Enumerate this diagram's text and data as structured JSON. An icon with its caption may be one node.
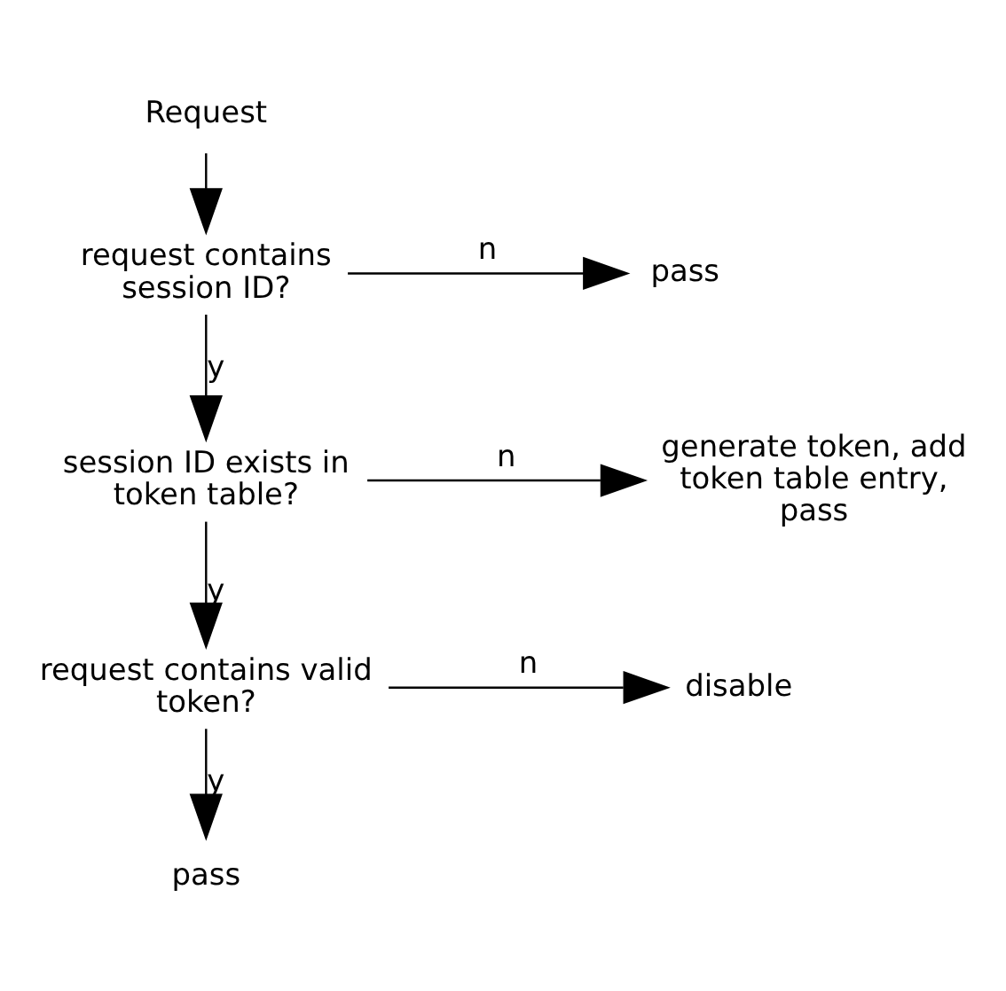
{
  "diagram": {
    "nodes": [
      {
        "text": [
          "Request"
        ]
      },
      {
        "text": [
          "request contains session ID?"
        ]
      },
      {
        "text": [
          "pass"
        ]
      },
      {
        "text": [
          "session ID exists in token table?"
        ]
      },
      {
        "text": [
          "generate token, add token table entry, pass"
        ]
      },
      {
        "text": [
          "request contains valid token?"
        ]
      },
      {
        "text": [
          "disable"
        ]
      },
      {
        "text": [
          "pass"
        ]
      }
    ],
    "edges": [
      {
        "from": 0,
        "to": 1,
        "arrow": "to"
      },
      {
        "from": 1,
        "to": 2,
        "arrow": "to",
        "label": "n"
      },
      {
        "from": 1,
        "to": 3,
        "arrow": "to",
        "label": "y"
      },
      {
        "from": 3,
        "to": 4,
        "arrow": "to",
        "label": "n"
      },
      {
        "from": 3,
        "to": 5,
        "arrow": "to",
        "label": "y"
      },
      {
        "from": 5,
        "to": 6,
        "arrow": "to",
        "label": "n"
      },
      {
        "from": 5,
        "to": 7,
        "arrow": "to",
        "label": "y"
      }
    ]
  }
}
